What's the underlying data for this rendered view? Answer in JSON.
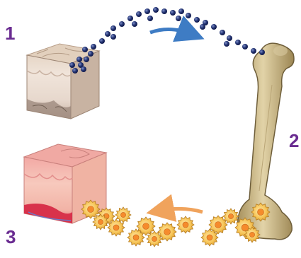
{
  "steps": [
    {
      "label": "1"
    },
    {
      "label": "2"
    },
    {
      "label": "3"
    }
  ],
  "colors": {
    "step_number": "#6a2c91",
    "arrow_blue": "#3e7cc4",
    "arrow_orange": "#f0a35c",
    "particle_dark": "#1b2a5e",
    "bone": "#cdbb8c",
    "osteoclast": "#f4b43c"
  },
  "icons": {
    "skin_healthy": "skin-cross-section-icon",
    "skin_irritated": "inflamed-skin-cross-section-icon",
    "bone": "femur-bone-icon",
    "particles": "blue-particle-icon",
    "cells": "orange-cell-icon"
  }
}
